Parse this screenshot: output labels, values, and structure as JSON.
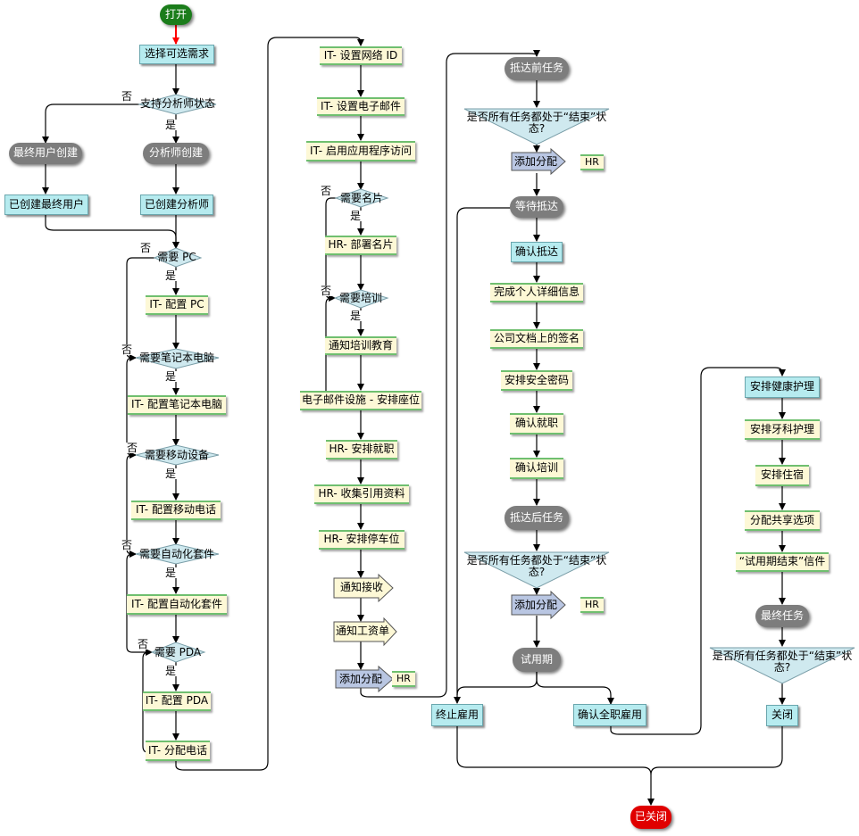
{
  "nodes": {
    "start": "打开",
    "select_requirements": "选择可选需求",
    "support_analyst": "支持分析师状态",
    "end_user_create": "最终用户创建",
    "analyst_create": "分析师创建",
    "end_user_created": "已创建最终用户",
    "analyst_created": "已创建分析师",
    "need_pc": "需要 PC",
    "it_config_pc": "IT- 配置 PC",
    "need_laptop": "需要笔记本电脑",
    "it_config_laptop": "IT- 配置笔记本电脑",
    "need_mobile": "需要移动设备",
    "it_config_mobile": "IT- 配置移动电话",
    "need_automation": "需要自动化套件",
    "it_config_automation": "IT- 配置自动化套件",
    "need_pda": "需要 PDA",
    "it_config_pda": "IT- 配置 PDA",
    "it_assign_phone": "IT- 分配电话",
    "it_network_id": "IT- 设置网络 ID",
    "it_email": "IT- 设置电子邮件",
    "it_app_access": "IT- 启用应用程序访问",
    "need_card": "需要名片",
    "hr_card": "HR- 部署名片",
    "need_training": "需要培训",
    "notify_training": "通知培训教育",
    "email_facility": "电子邮件设施 - 安排座位",
    "hr_onboard": "HR- 安排就职",
    "hr_refs": "HR- 收集引用资料",
    "hr_parking": "HR- 安排停车位",
    "notify_reception": "通知接收",
    "notify_payroll": "通知工资单",
    "add_assign_1": "添加分配",
    "hr_tag_1": "HR",
    "pre_arrival": "抵达前任务",
    "all_tasks_done_1": "是否所有任务都处于“结束”状态?",
    "add_assign_2": "添加分配",
    "hr_tag_2": "HR",
    "wait_arrival": "等待抵达",
    "confirm_arrival": "确认抵达",
    "personal_details": "完成个人详细信息",
    "company_docs": "公司文档上的签名",
    "security_pw": "安排安全密码",
    "confirm_employ": "确认就职",
    "confirm_training": "确认培训",
    "post_arrival": "抵达后任务",
    "all_tasks_done_2": "是否所有任务都处于“结束”状态?",
    "add_assign_3": "添加分配",
    "hr_tag_3": "HR",
    "probation": "试用期",
    "terminate": "终止雇用",
    "confirm_fulltime": "确认全职雇用",
    "health_care": "安排健康护理",
    "dental_care": "安排牙科护理",
    "lodging": "安排住宿",
    "share_options": "分配共享选项",
    "probation_letter": "“试用期结束”信件",
    "final_tasks": "最终任务",
    "all_tasks_done_3": "是否所有任务都处于“结束”状态?",
    "close": "关闭",
    "closed": "已关闭"
  },
  "edge_labels": {
    "yes": "是",
    "no": "否"
  },
  "colors": {
    "it_fill": "#b6ebef",
    "hr_fill": "#fdf8d6",
    "hr_border": "#6fbf6f",
    "milestone_fill": "#7d7d7d",
    "decision_fill": "#cfe9ef",
    "add_fill": "#b9c6e2",
    "start_fill": "#1b7d1b",
    "end_fill": "#e00000",
    "start_arrow": "#ff0000"
  }
}
